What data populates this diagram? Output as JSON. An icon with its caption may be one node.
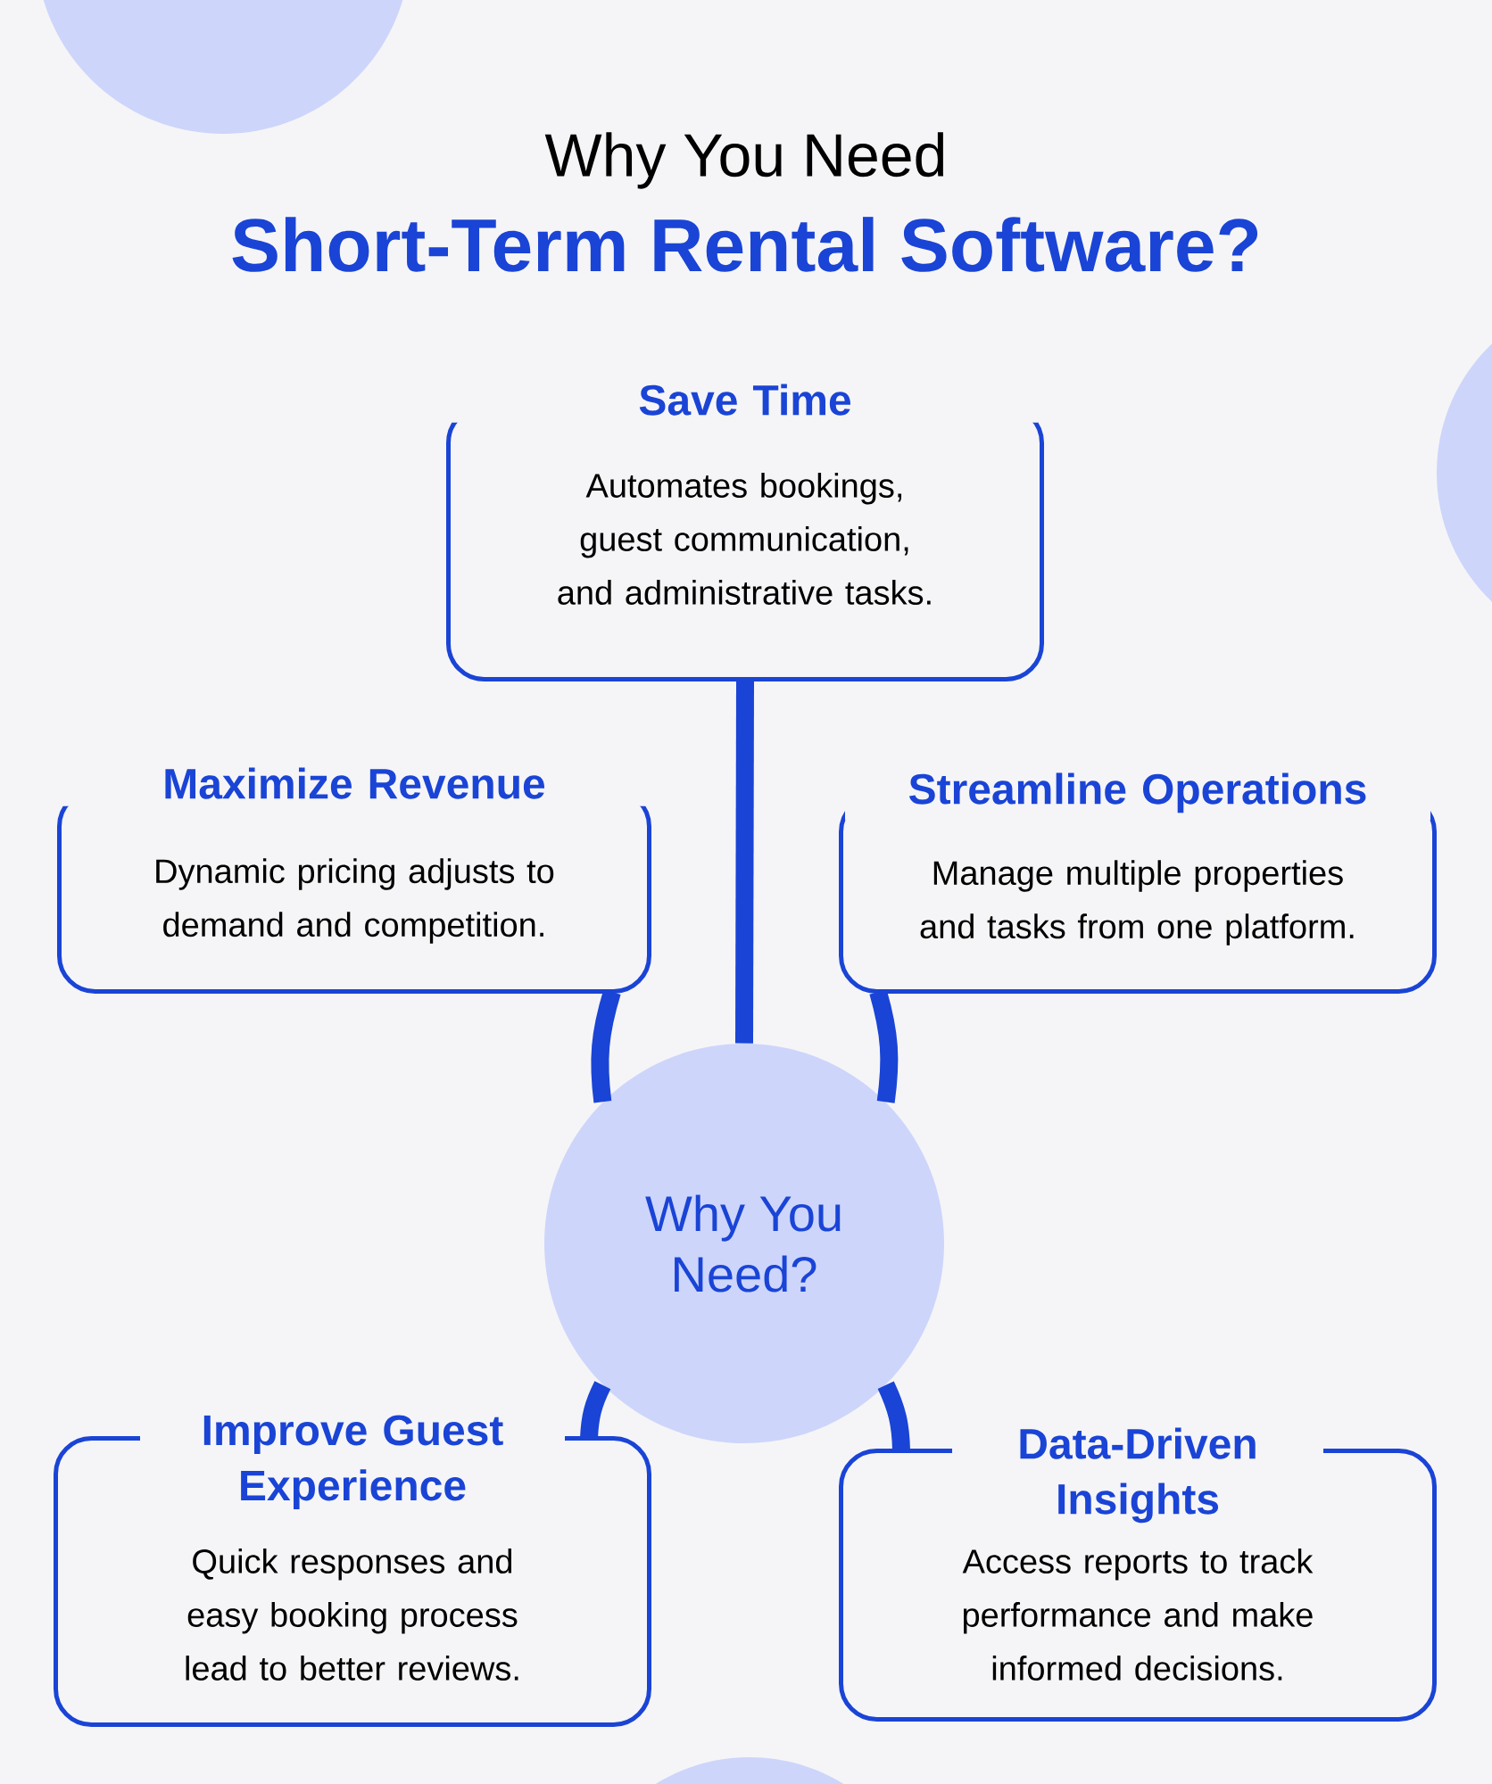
{
  "diagram": {
    "title": "Why You Need",
    "labels": [
      "Short-Term Rental Software?"
    ],
    "nodes": [
      {
        "text": [
          "Save Time",
          "Automates bookings, guest communication, and administrative tasks."
        ]
      },
      {
        "text": [
          "Maximize Revenue",
          "Dynamic pricing adjusts to demand and competition."
        ]
      },
      {
        "text": [
          "Streamline Operations",
          "Manage multiple properties and tasks from one platform."
        ]
      },
      {
        "text": [
          "Why You Need?"
        ]
      },
      {
        "text": [
          "Improve Guest Experience",
          "Quick responses and easy booking process lead to better reviews."
        ]
      },
      {
        "text": [
          "Data-Driven Insights",
          "Access reports to track performance and make informed decisions."
        ]
      }
    ],
    "edges": [
      {
        "from": 3,
        "to": 0,
        "arrow": "none"
      },
      {
        "from": 3,
        "to": 1,
        "arrow": "none"
      },
      {
        "from": 3,
        "to": 2,
        "arrow": "none"
      },
      {
        "from": 3,
        "to": 4,
        "arrow": "none"
      },
      {
        "from": 3,
        "to": 5,
        "arrow": "none"
      }
    ]
  }
}
